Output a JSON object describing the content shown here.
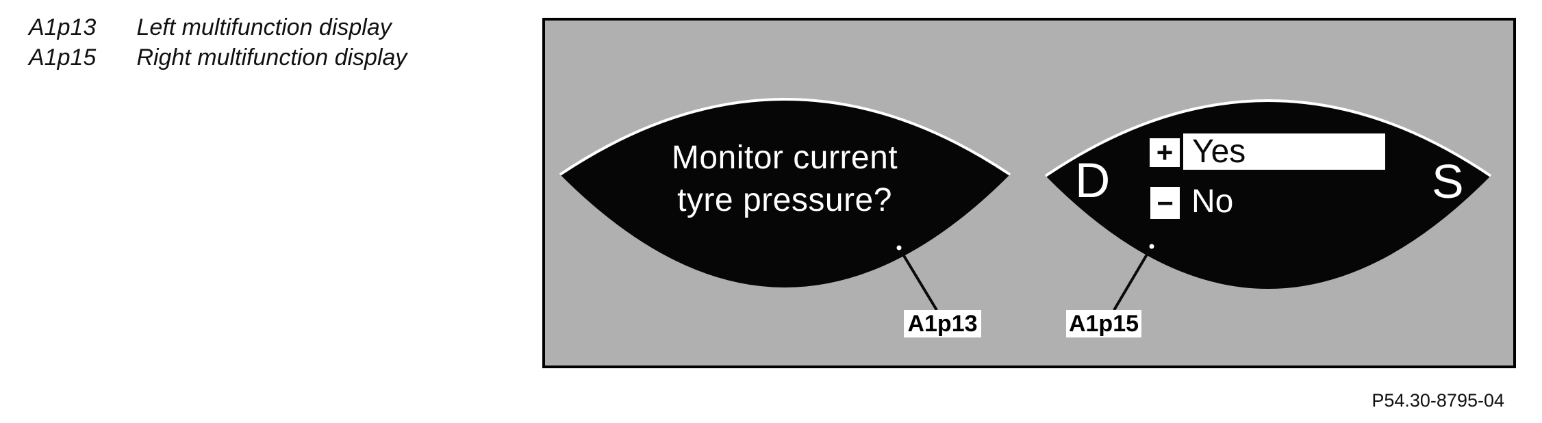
{
  "legend": {
    "rows": [
      {
        "code": "A1p13",
        "desc": "Left multifunction display"
      },
      {
        "code": "A1p15",
        "desc": "Right multifunction display"
      }
    ]
  },
  "diagram": {
    "left_display": {
      "message_line1": "Monitor current",
      "message_line2": "tyre pressure?",
      "callout": "A1p13"
    },
    "right_display": {
      "letter_left": "D",
      "letter_right": "S",
      "plus_key": "+",
      "minus_key": "−",
      "option_yes": "Yes",
      "option_no": "No",
      "callout": "A1p15"
    },
    "reference": "P54.30-8795-04"
  },
  "colors": {
    "panel_gray": "#b0b0b0",
    "display_black": "#060606",
    "highlight_white": "#ffffff"
  }
}
